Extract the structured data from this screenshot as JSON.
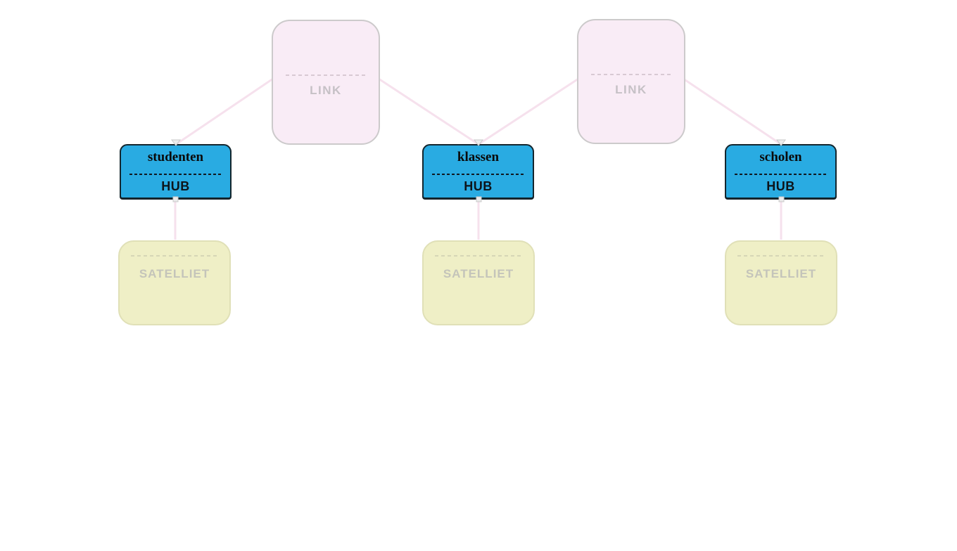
{
  "diagram": {
    "links": [
      {
        "label": "LINK"
      },
      {
        "label": "LINK"
      }
    ],
    "hubs": [
      {
        "name": "studenten",
        "type_label": "HUB"
      },
      {
        "name": "klassen",
        "type_label": "HUB"
      },
      {
        "name": "scholen",
        "type_label": "HUB"
      }
    ],
    "satellites": [
      {
        "label": "SATELLIET"
      },
      {
        "label": "SATELLIET"
      },
      {
        "label": "SATELLIET"
      }
    ],
    "colors": {
      "background": "#ffffff",
      "hub_fill": "#29abe2",
      "hub_border": "#14262e",
      "hub_text": "#0a0a0a",
      "link_fill": "#f9ecf6",
      "link_border": "#cccacb",
      "link_text": "#c6c1c6",
      "satellite_fill": "#efefc6",
      "satellite_border": "#e0e0b7",
      "satellite_text": "#c4c4ba",
      "edge": "#f6e1ed"
    }
  }
}
